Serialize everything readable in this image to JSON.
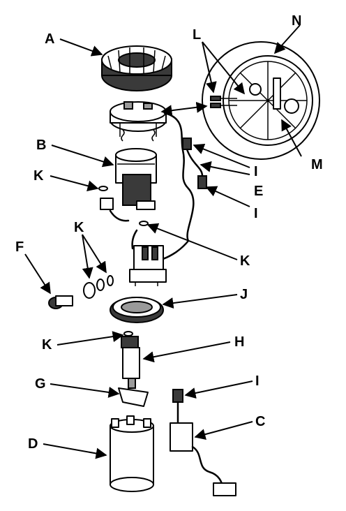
{
  "callouts": {
    "A": "A",
    "B": "B",
    "C": "C",
    "D": "D",
    "E": "E",
    "F": "F",
    "G": "G",
    "H": "H",
    "I1": "I",
    "I2": "I",
    "I3": "I",
    "J": "J",
    "K1": "K",
    "K2": "K",
    "K3": "K",
    "K4": "K",
    "L": "L",
    "M": "M",
    "N": "N"
  }
}
